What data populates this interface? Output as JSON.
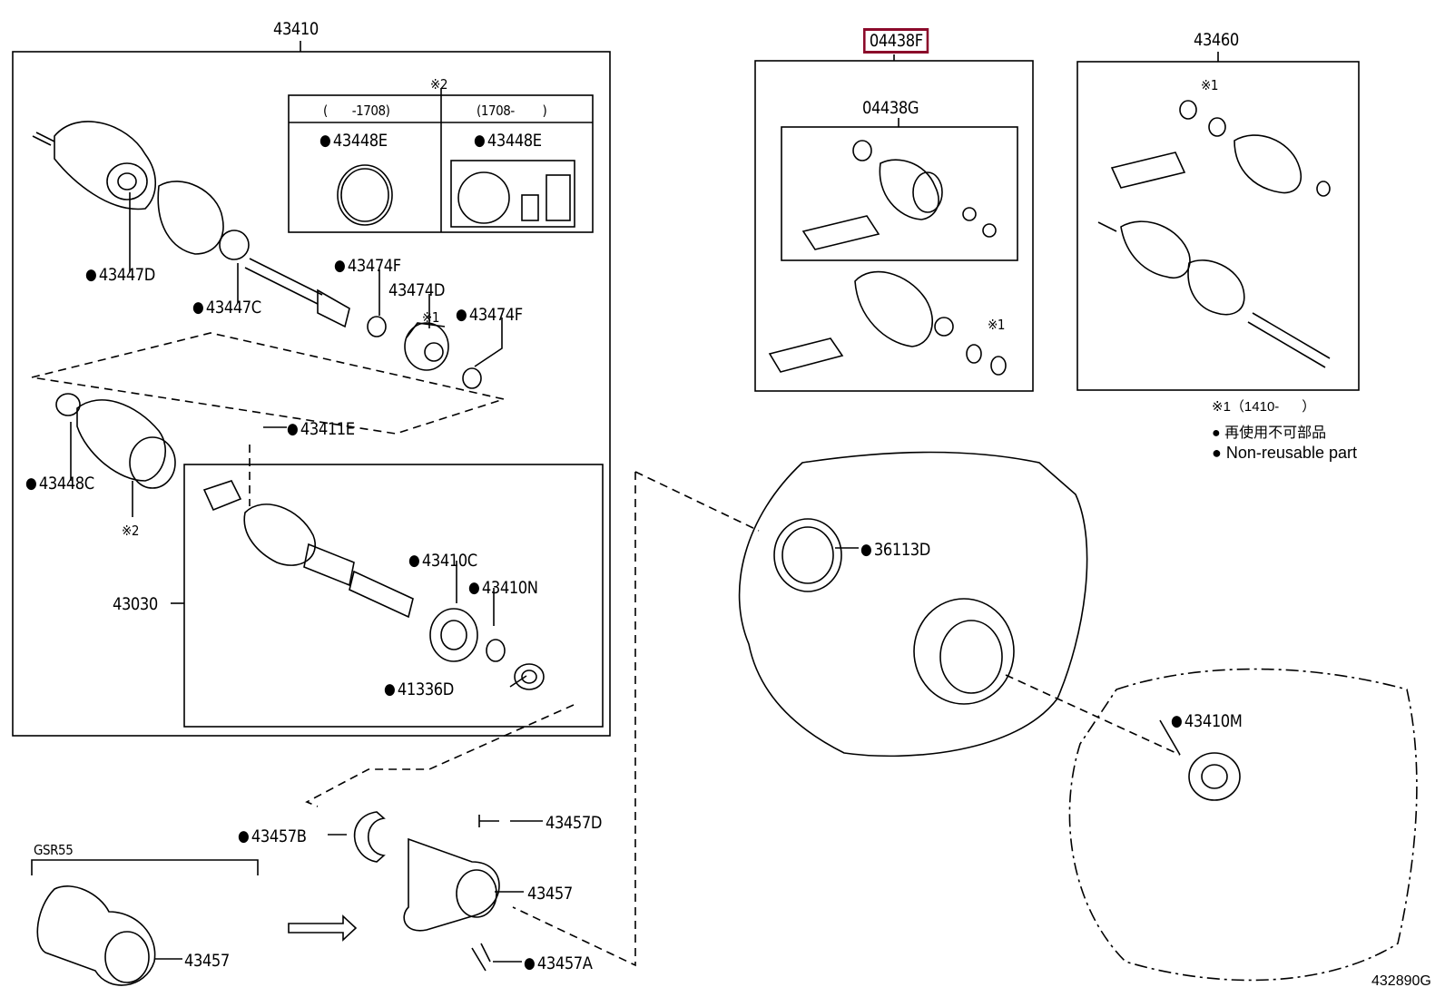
{
  "title_main": "43410",
  "highlight_part": "04438F",
  "part_43460": "43460",
  "part_04438G": "04438G",
  "note2": "※2",
  "range_left": "(       -1708)",
  "range_right": "(1708-        )",
  "clamp_left": "43448E",
  "clamp_right": "43448E",
  "parts": {
    "p43447D": "43447D",
    "p43447C": "43447C",
    "p43474F_top": "43474F",
    "p43474D": "43474D",
    "note1_a": "※1",
    "p43474F_right": "43474F",
    "p43411E": "43411E",
    "p43448C": "43448C",
    "note2_b": "※2",
    "p43030": "43030",
    "p43410C": "43410C",
    "p43410N": "43410N",
    "p41336D": "41336D",
    "p36113D": "36113D",
    "p43410M": "43410M",
    "p43457B": "43457B",
    "p43457D": "43457D",
    "p43457_right": "43457",
    "p43457_left": "43457",
    "p43457A": "43457A",
    "gsr": "GSR55",
    "note1_b": "※1",
    "note1_c": "※1"
  },
  "legend": {
    "range": "※1（1410-      ）",
    "jp": "再使用不可部品",
    "en": "Non-reusable part"
  },
  "diagram_code": "432890G"
}
